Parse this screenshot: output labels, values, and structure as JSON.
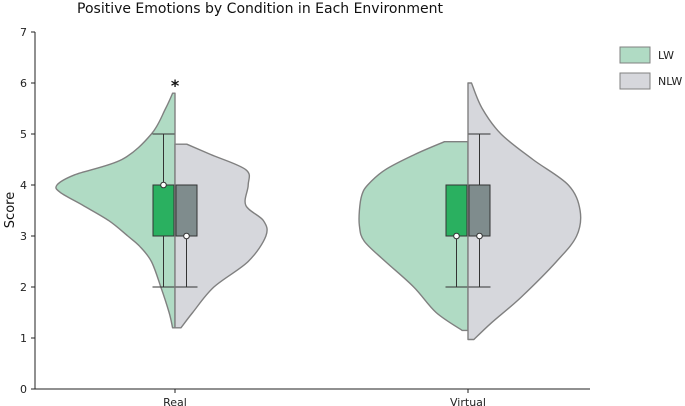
{
  "chart_data": {
    "type": "violin",
    "title": "Positive Emotions by Condition in Each Environment",
    "xlabel": "",
    "ylabel": "Score",
    "ylim": [
      0,
      7
    ],
    "yticks": [
      0,
      1,
      2,
      3,
      4,
      5,
      6,
      7
    ],
    "categories": [
      "Real",
      "Virtual"
    ],
    "legend_position": "top-right",
    "grid": false,
    "colors": {
      "LW_violin": "#b0dbc4",
      "NLW_violin": "#d6d7dc",
      "LW_box": "#2ab060",
      "NLW_box": "#7f8c8d",
      "outline": "#808080"
    },
    "series": [
      {
        "name": "LW",
        "side": "left",
        "violins": [
          {
            "category": "Real",
            "profile": [
              [
                1.2,
                0.02
              ],
              [
                1.5,
                0.05
              ],
              [
                2.0,
                0.12
              ],
              [
                2.5,
                0.2
              ],
              [
                2.8,
                0.3
              ],
              [
                3.0,
                0.4
              ],
              [
                3.3,
                0.56
              ],
              [
                3.6,
                0.78
              ],
              [
                3.85,
                0.97
              ],
              [
                4.0,
                1.0
              ],
              [
                4.2,
                0.85
              ],
              [
                4.5,
                0.45
              ],
              [
                5.0,
                0.2
              ],
              [
                5.5,
                0.08
              ],
              [
                5.8,
                0.02
              ]
            ],
            "box": {
              "q1": 3,
              "median": 4,
              "q3": 4,
              "whisker_low": 2,
              "whisker_high": 5
            },
            "annotation": "*"
          },
          {
            "category": "Virtual",
            "profile": [
              [
                1.15,
                0.05
              ],
              [
                1.5,
                0.27
              ],
              [
                2.0,
                0.46
              ],
              [
                2.5,
                0.7
              ],
              [
                2.9,
                0.88
              ],
              [
                3.2,
                0.92
              ],
              [
                3.5,
                0.92
              ],
              [
                3.8,
                0.9
              ],
              [
                4.0,
                0.85
              ],
              [
                4.3,
                0.7
              ],
              [
                4.6,
                0.45
              ],
              [
                4.85,
                0.2
              ]
            ],
            "box": {
              "q1": 3,
              "median": 3,
              "q3": 4,
              "whisker_low": 2,
              "whisker_high": 4
            }
          }
        ]
      },
      {
        "name": "NLW",
        "side": "right",
        "violins": [
          {
            "category": "Real",
            "profile": [
              [
                1.2,
                0.05
              ],
              [
                1.5,
                0.15
              ],
              [
                2.0,
                0.33
              ],
              [
                2.5,
                0.62
              ],
              [
                3.0,
                0.77
              ],
              [
                3.3,
                0.75
              ],
              [
                3.6,
                0.6
              ],
              [
                4.0,
                0.62
              ],
              [
                4.3,
                0.6
              ],
              [
                4.6,
                0.3
              ],
              [
                4.8,
                0.1
              ]
            ],
            "box": {
              "q1": 3,
              "median": 3,
              "q3": 4,
              "whisker_low": 2,
              "whisker_high": 4
            }
          },
          {
            "category": "Virtual",
            "profile": [
              [
                0.97,
                0.05
              ],
              [
                1.3,
                0.2
              ],
              [
                1.8,
                0.45
              ],
              [
                2.5,
                0.75
              ],
              [
                3.0,
                0.92
              ],
              [
                3.5,
                0.95
              ],
              [
                4.0,
                0.85
              ],
              [
                4.5,
                0.55
              ],
              [
                5.0,
                0.28
              ],
              [
                5.5,
                0.12
              ],
              [
                6.0,
                0.03
              ]
            ],
            "box": {
              "q1": 3,
              "median": 3,
              "q3": 4,
              "whisker_low": 2,
              "whisker_high": 5
            }
          }
        ]
      }
    ]
  }
}
